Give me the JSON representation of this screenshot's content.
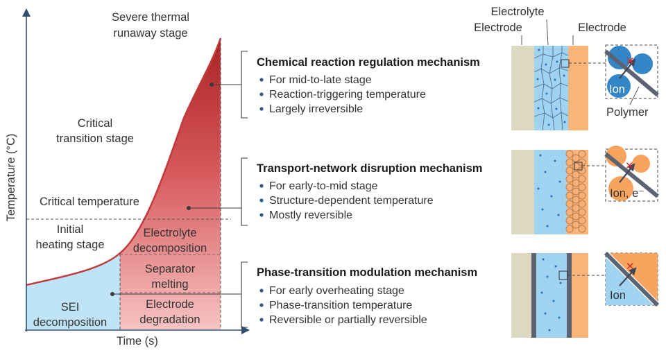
{
  "colors": {
    "axis": "#2f4f6f",
    "curve": "#c0393b",
    "fill_dark": "#a82426",
    "fill_light": "#f6c3c2",
    "sei_fill": "#bfe4f8",
    "electrode_left": "#dcd9c0",
    "electrolyte": "#9fd3f0",
    "electrode_right": "#f9b579",
    "polymer": "#5c6474",
    "ion_blue": "#3486c6",
    "ion_orange": "#f7a55e",
    "cross": "#e3262b"
  },
  "chart": {
    "y_axis_label": "Temperature (°C)",
    "x_axis_label": "Time (s)",
    "stage_labels": {
      "severe": [
        "Severe thermal",
        "runaway stage"
      ],
      "critical_transition": [
        "Critical",
        "transition stage"
      ],
      "critical_temperature": "Critical temperature",
      "initial_heating": [
        "Initial",
        "heating stage"
      ],
      "sei": [
        "SEI",
        "decomposition"
      ],
      "electrolyte": [
        "Electrolyte",
        "decomposition"
      ],
      "separator": [
        "Separator",
        "melting"
      ],
      "electrode": [
        "Electrode",
        "degradation"
      ]
    }
  },
  "mechanisms": [
    {
      "title": "Chemical reaction regulation mechanism",
      "items": [
        "For mid-to-late stage",
        "Reaction-triggering temperature",
        "Largely irreversible"
      ]
    },
    {
      "title": "Transport-network disruption mechanism",
      "items": [
        "For early-to-mid stage",
        "Structure-dependent temperature",
        "Mostly reversible"
      ]
    },
    {
      "title": "Phase-transition modulation mechanism",
      "items": [
        "For early overheating stage",
        "Phase-transition temperature",
        "Reversible or partially reversible"
      ]
    }
  ],
  "cell_labels": {
    "electrode_left": "Electrode",
    "electrolyte": "Electrolyte",
    "electrode_right": "Electrode",
    "polymer": "Polymer",
    "ion_1": "Ion",
    "ion_2": "Ion, e⁻",
    "ion_3": "Ion"
  }
}
